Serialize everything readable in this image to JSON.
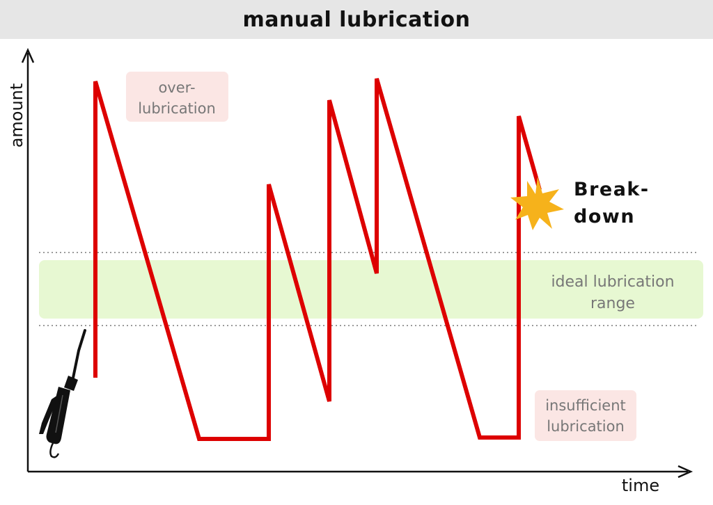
{
  "title": "manual lubrication",
  "axes": {
    "y_label": "amount",
    "x_label": "time"
  },
  "labels": {
    "over_line1": "over-",
    "over_line2": "lubrication",
    "ideal_line1": "ideal lubrication",
    "ideal_line2": "range",
    "insufficient_line1": "insufficient",
    "insufficient_line2": "lubrication",
    "breakdown_line1": "Break-",
    "breakdown_line2": "down"
  },
  "colors": {
    "header_bg": "#e6e6e6",
    "curve": "#dd0000",
    "ideal_band": "#e7f8d2",
    "label_box": "#fbe6e4",
    "label_text": "#777777",
    "star": "#f6b21b",
    "axis": "#111111"
  },
  "icons": [
    "grease-gun-icon",
    "explosion-star-icon"
  ]
}
